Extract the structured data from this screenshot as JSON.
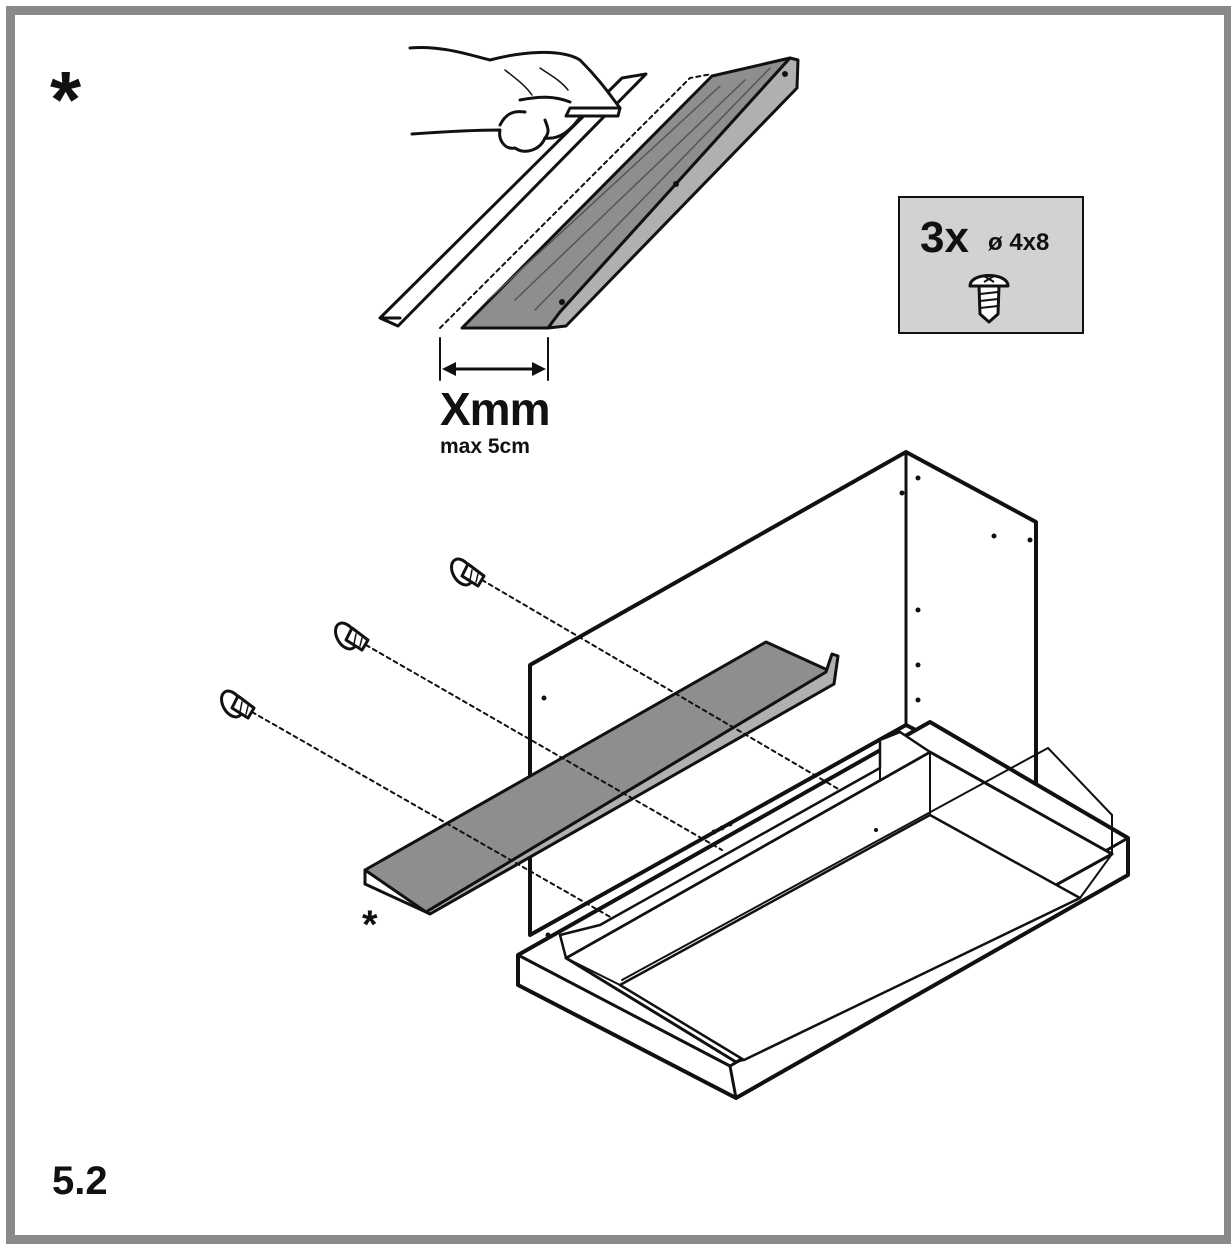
{
  "markers": {
    "top_star": "*",
    "part_star": "*"
  },
  "dimension": {
    "label": "Xmm",
    "limit": "max 5cm"
  },
  "screws": {
    "quantity": "3x",
    "size": "ø 4x8",
    "icon": "screw-icon"
  },
  "step": {
    "number": "5.2"
  },
  "colors": {
    "frame": "#8a8a8a",
    "bracket": "#8e8e8e",
    "box": "#d2d2d2",
    "line": "#111111"
  }
}
